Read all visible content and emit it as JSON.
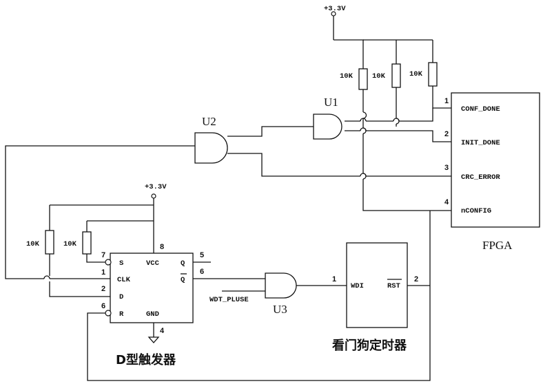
{
  "power": {
    "top_label": "+3.3V",
    "dff_label": "+3.3V"
  },
  "resistors": {
    "r1": "10K",
    "r2": "10K",
    "r3": "10K",
    "r4": "10K",
    "r5": "10K"
  },
  "gates": {
    "u1": "U1",
    "u2": "U2",
    "u3": "U3"
  },
  "fpga": {
    "title": "FPGA",
    "pins": [
      {
        "num": "1",
        "name": "CONF_DONE"
      },
      {
        "num": "2",
        "name": "INIT_DONE"
      },
      {
        "num": "3",
        "name": "CRC_ERROR"
      },
      {
        "num": "4",
        "name": "nCONFIG"
      }
    ]
  },
  "dff": {
    "caption": "D型触发器",
    "pins": {
      "s": "S",
      "clk": "CLK",
      "d": "D",
      "r": "R",
      "vcc": "VCC",
      "gnd": "GND",
      "q": "Q",
      "qbar": "Q",
      "n_s": "7",
      "n_clk": "1",
      "n_d": "2",
      "n_r": "6",
      "n_vcc": "8",
      "n_gnd": "4",
      "n_q": "5",
      "n_qbar": "6"
    }
  },
  "watchdog": {
    "caption": "看门狗定时器",
    "wdi": "WDI",
    "rst": "RST",
    "n_wdi": "1",
    "n_rst": "2",
    "input_label": "WDT_PLUSE"
  }
}
